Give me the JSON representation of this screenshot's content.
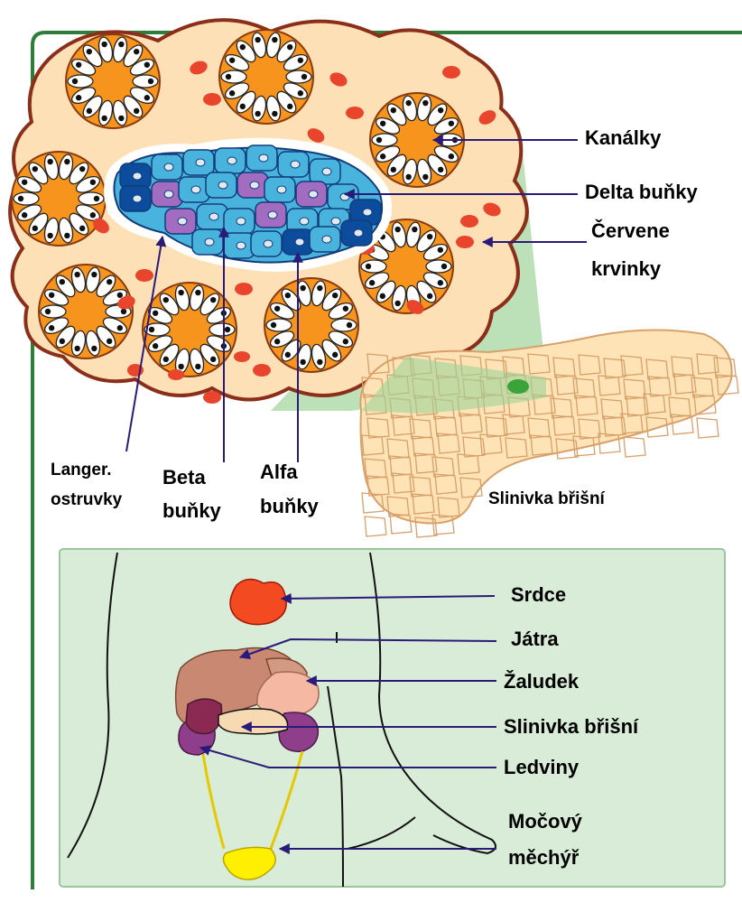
{
  "top_panel": {
    "labels": {
      "kanalky": "Kanálky",
      "delta": "Delta buňky",
      "cervene_line1": "Červene",
      "cervene_line2": "krvinky",
      "langer_line1": "Langer.",
      "langer_line2": "ostruvky",
      "beta_line1": "Beta",
      "beta_line2": "buňky",
      "alfa_line1": "Alfa",
      "alfa_line2": "buňky",
      "pancreas": "Slinivka břišní"
    }
  },
  "bottom_panel": {
    "labels": {
      "srdce": "Srdce",
      "jatra": "Játra",
      "zaludek": "Žaludek",
      "slinivka": "Slinivka břišní",
      "ledviny": "Ledviny",
      "mocovy_line1": "Močový",
      "mocovy_line2": "měchýř"
    }
  },
  "colors": {
    "frame_green": "#2e7d3a",
    "tissue": "#fde0b6",
    "tissue_border": "#8b2e1a",
    "acinus_orange": "#f7941d",
    "red_cell": "#e8452c",
    "alpha_cell": "#0b4d9c",
    "beta_cell": "#48b4de",
    "delta_cell": "#a26cc1",
    "pointer": "#2a1a7a",
    "panel_bg": "#d9ecd7"
  }
}
